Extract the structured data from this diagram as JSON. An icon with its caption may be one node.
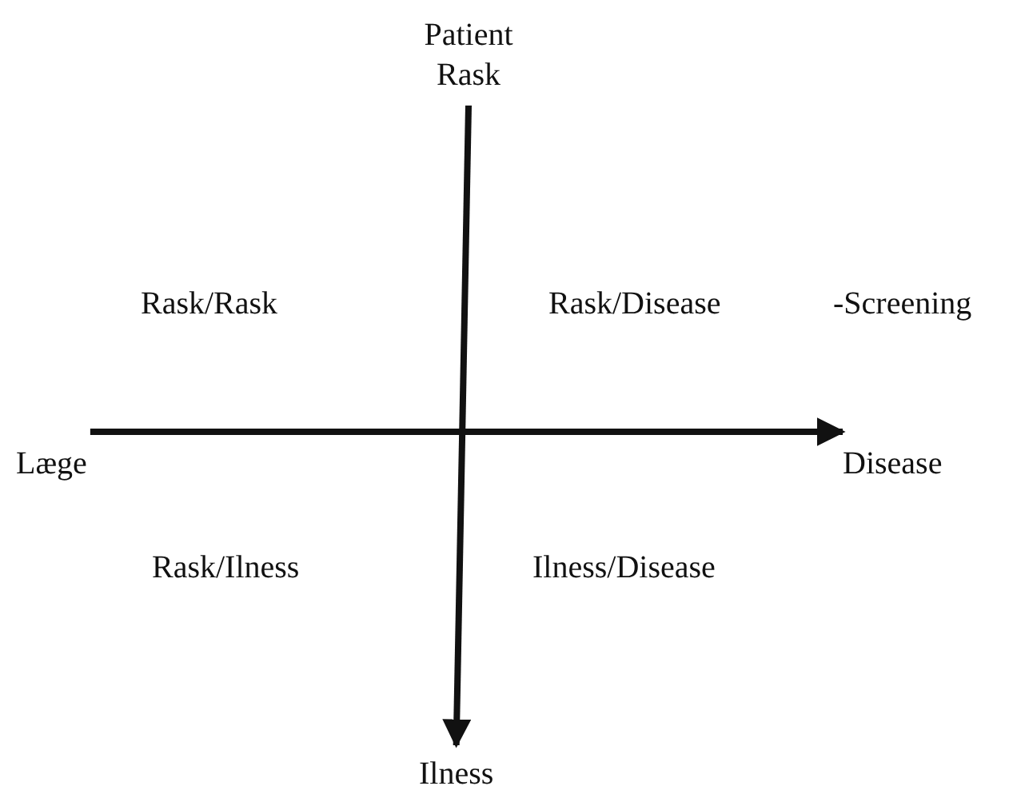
{
  "diagram": {
    "nodes": [
      {
        "text": [
          "Patient Rask"
        ]
      },
      {
        "text": [
          "Læge"
        ]
      },
      {
        "text": [
          "Disease"
        ]
      },
      {
        "text": [
          "Ilness"
        ]
      }
    ],
    "edges": [
      {
        "from": 0,
        "to": 3,
        "arrow": "to"
      },
      {
        "from": 1,
        "to": 2,
        "arrow": "to"
      }
    ],
    "labels": [
      "Rask/Rask",
      "Rask/Disease",
      "-Screening",
      "Rask/Ilness",
      "Ilness/Disease"
    ]
  }
}
